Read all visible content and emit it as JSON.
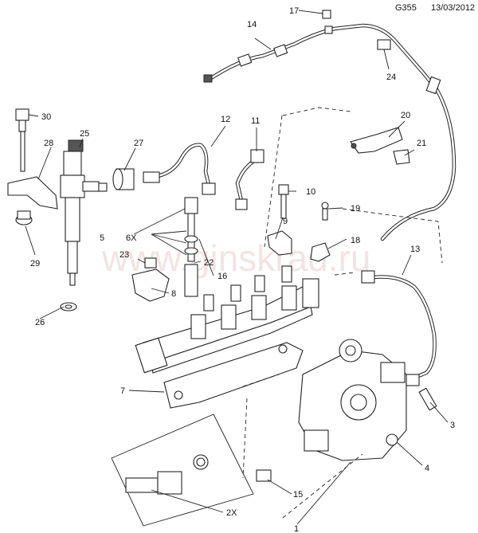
{
  "header": {
    "code": "G355",
    "date": "13/03/2012"
  },
  "watermark": "www.ginskrad.ru",
  "callouts": [
    "1",
    "2X",
    "3",
    "4",
    "5",
    "6X",
    "7",
    "8",
    "9",
    "10",
    "11",
    "12",
    "13",
    "14",
    "15",
    "16",
    "17",
    "18",
    "19",
    "20",
    "21",
    "22",
    "23",
    "24",
    "25",
    "26",
    "27",
    "28",
    "29",
    "30"
  ]
}
